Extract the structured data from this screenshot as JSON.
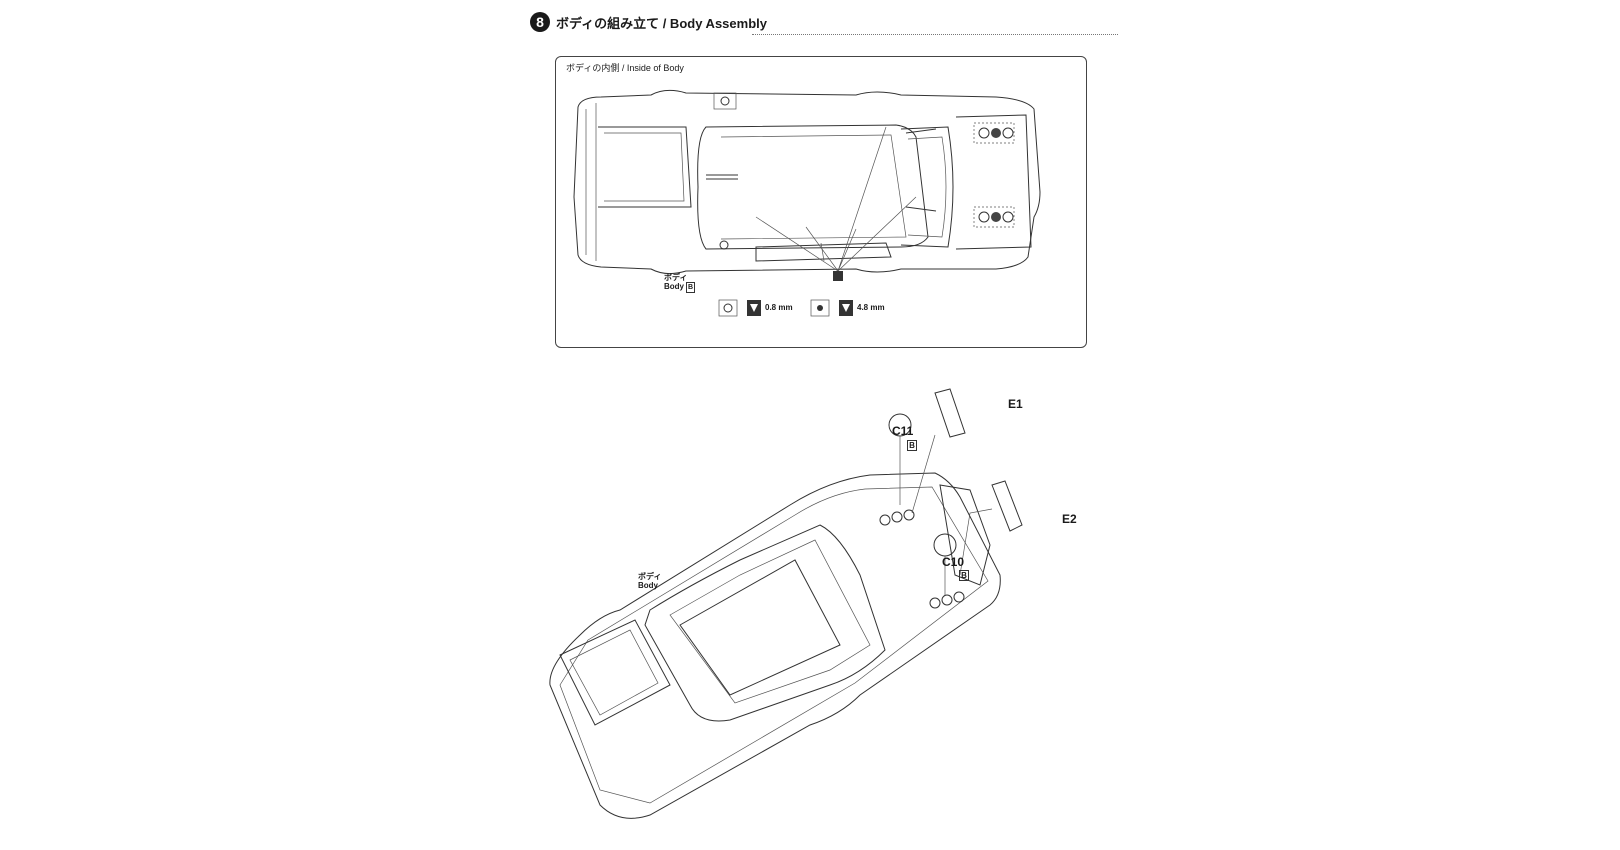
{
  "header": {
    "step_number": "8",
    "title": "ボディの組み立て / Body Assembly"
  },
  "inset": {
    "title": "ボディの内側 / Inside of Body",
    "body_label_ja": "ボディ",
    "body_label_en": "Body",
    "body_letter": "B",
    "legend": {
      "drill_small": "0.8 mm",
      "drill_large": "4.8 mm"
    }
  },
  "main": {
    "body_label_ja": "ボディ",
    "body_label_en": "Body",
    "parts": [
      {
        "id": "E1",
        "sub": ""
      },
      {
        "id": "C11",
        "sub": "B"
      },
      {
        "id": "E2",
        "sub": ""
      },
      {
        "id": "C10",
        "sub": "B"
      }
    ]
  },
  "colors": {
    "ink": "#1a1a1a",
    "paper": "#ffffff"
  }
}
